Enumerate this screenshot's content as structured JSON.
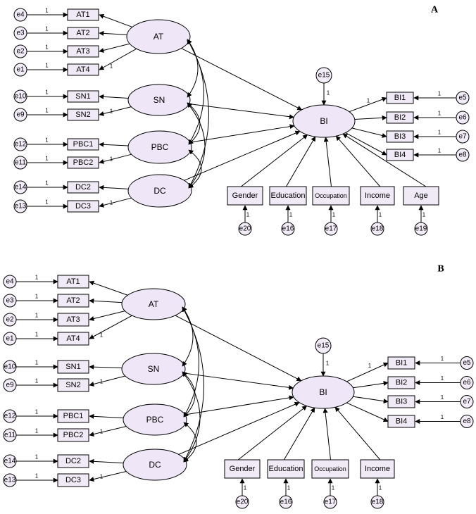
{
  "colors": {
    "ellipse_fill": "#efe6f7",
    "box_fill": "#efeaf5",
    "circle_fill": "#f2ebf8",
    "stroke": "#000000"
  },
  "panels": [
    {
      "label": "A",
      "latents": [
        {
          "id": "AT",
          "label": "AT",
          "indicators": [
            "AT1",
            "AT2",
            "AT3",
            "AT4"
          ],
          "errors": [
            "e4",
            "e3",
            "e2",
            "e1"
          ]
        },
        {
          "id": "SN",
          "label": "SN",
          "indicators": [
            "SN1",
            "SN2"
          ],
          "errors": [
            "e10",
            "e9"
          ]
        },
        {
          "id": "PBC",
          "label": "PBC",
          "indicators": [
            "PBC1",
            "PBC2"
          ],
          "errors": [
            "e12",
            "e11"
          ]
        },
        {
          "id": "DC",
          "label": "DC",
          "indicators": [
            "DC2",
            "DC3"
          ],
          "errors": [
            "e14",
            "e13"
          ]
        }
      ],
      "outcome": {
        "label": "BI",
        "error": "e15",
        "indicators": [
          "BI1",
          "BI2",
          "BI3",
          "BI4"
        ],
        "errors": [
          "e5",
          "e6",
          "e7",
          "e8"
        ]
      },
      "covariates": [
        {
          "label": "Gender",
          "error": "e20"
        },
        {
          "label": "Education",
          "error": "e16"
        },
        {
          "label": "Occupation",
          "error": "e17"
        },
        {
          "label": "Income",
          "error": "e18"
        },
        {
          "label": "Age",
          "error": "e19"
        }
      ],
      "path_weight": "1"
    },
    {
      "label": "B",
      "latents": [
        {
          "id": "AT",
          "label": "AT",
          "indicators": [
            "AT1",
            "AT2",
            "AT3",
            "AT4"
          ],
          "errors": [
            "e4",
            "e3",
            "e2",
            "e1"
          ]
        },
        {
          "id": "SN",
          "label": "SN",
          "indicators": [
            "SN1",
            "SN2"
          ],
          "errors": [
            "e10",
            "e9"
          ]
        },
        {
          "id": "PBC",
          "label": "PBC",
          "indicators": [
            "PBC1",
            "PBC2"
          ],
          "errors": [
            "e12",
            "e11"
          ]
        },
        {
          "id": "DC",
          "label": "DC",
          "indicators": [
            "DC2",
            "DC3"
          ],
          "errors": [
            "e14",
            "e13"
          ]
        }
      ],
      "outcome": {
        "label": "BI",
        "error": "e15",
        "indicators": [
          "BI1",
          "BI2",
          "BI3",
          "BI4"
        ],
        "errors": [
          "e5",
          "e6",
          "e7",
          "e8"
        ]
      },
      "covariates": [
        {
          "label": "Gender",
          "error": "e20"
        },
        {
          "label": "Education",
          "error": "e16"
        },
        {
          "label": "Occupation",
          "error": "e17"
        },
        {
          "label": "Income",
          "error": "e18"
        }
      ],
      "path_weight": "1"
    }
  ]
}
